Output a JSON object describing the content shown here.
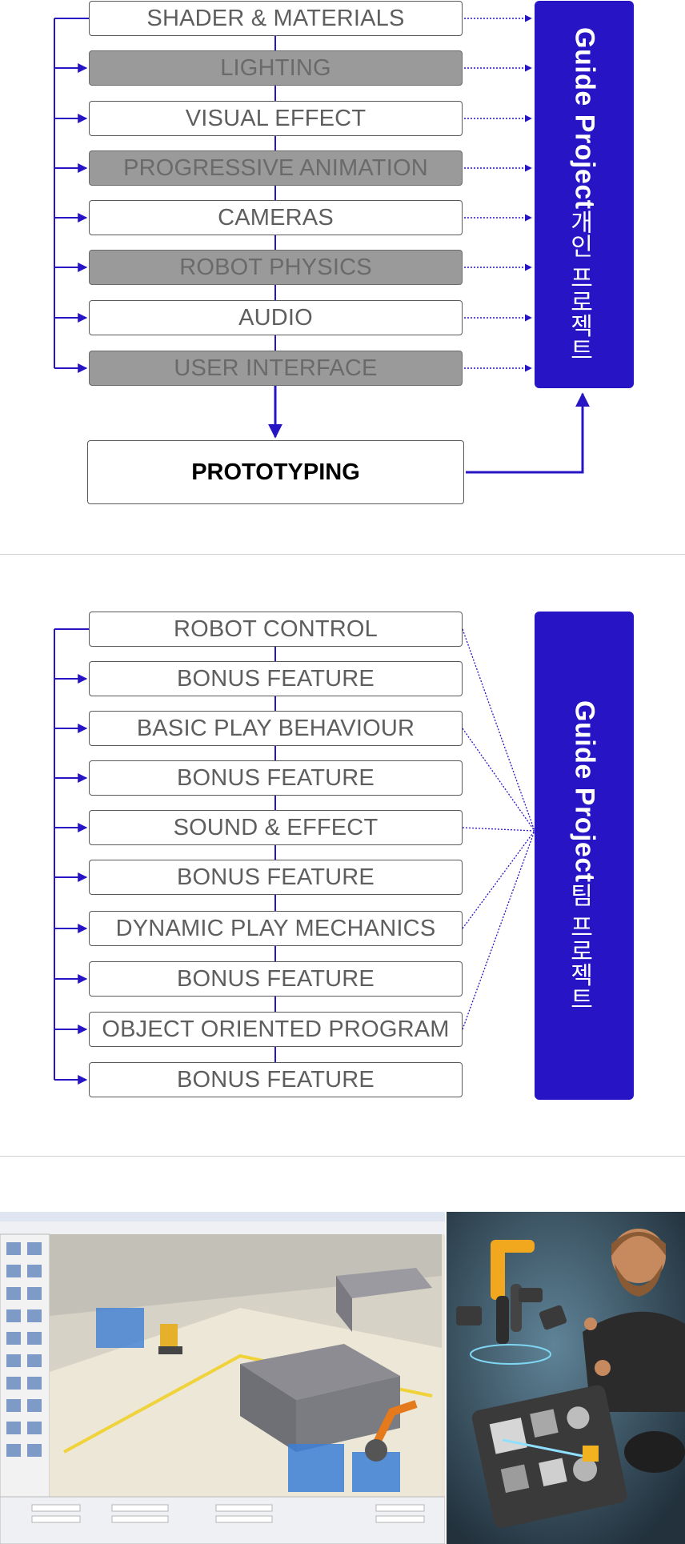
{
  "individual": {
    "modules": [
      {
        "label": "SHADER & MATERIALS",
        "shaded": false
      },
      {
        "label": "LIGHTING",
        "shaded": true
      },
      {
        "label": "VISUAL EFFECT",
        "shaded": false
      },
      {
        "label": "PROGRESSIVE ANIMATION",
        "shaded": true
      },
      {
        "label": "CAMERAS",
        "shaded": false
      },
      {
        "label": "ROBOT PHYSICS",
        "shaded": true
      },
      {
        "label": "AUDIO",
        "shaded": false
      },
      {
        "label": "USER INTERFACE",
        "shaded": true
      }
    ],
    "prototyping": "PROTOTYPING",
    "guide_title": "Guide Project",
    "guide_subtitle": "개인 프로젝트"
  },
  "team": {
    "modules": [
      "ROBOT CONTROL",
      "BONUS FEATURE",
      "BASIC PLAY BEHAVIOUR",
      "BONUS FEATURE",
      "SOUND & EFFECT",
      "BONUS FEATURE",
      "DYNAMIC PLAY MECHANICS",
      "BONUS FEATURE",
      "OBJECT ORIENTED PROGRAM",
      "BONUS FEATURE"
    ],
    "guide_title": "Guide Project",
    "guide_subtitle": "팀 프로젝트"
  },
  "colors": {
    "accent": "#2714c4",
    "box_border": "#5a5a5a",
    "shaded_fill": "#9a9a9a",
    "text_grey": "#5e5e5e"
  }
}
